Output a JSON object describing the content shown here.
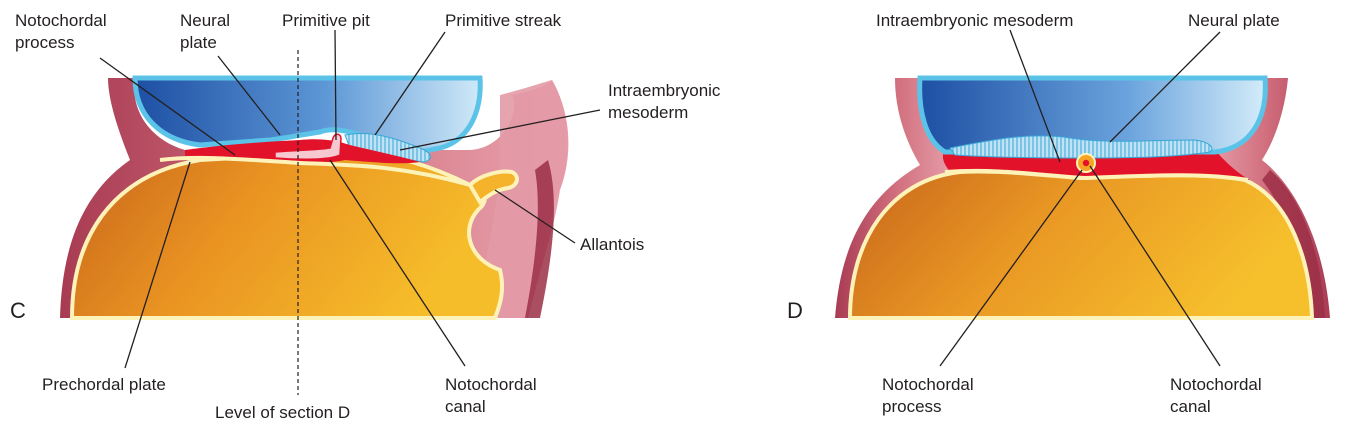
{
  "colors": {
    "ectoderm_dark": "#1d4fa3",
    "ectoderm_light": "#bfe3f5",
    "ectoderm_outline": "#5cc3e8",
    "mesoderm": "#e3122b",
    "yolk_sac": "#f2a623",
    "yolk_sac_dark": "#c8651b",
    "yolk_outline": "#fdf3b8",
    "tissue": "#c8546a",
    "tissue_light": "#e8a4ae"
  },
  "panel_c": {
    "letter": "C",
    "labels": {
      "notochordal_process": [
        "Notochordal",
        "process"
      ],
      "neural_plate": [
        "Neural",
        "plate"
      ],
      "primitive_pit": "Primitive pit",
      "primitive_streak": "Primitive streak",
      "intraembryonic_mesoderm": [
        "Intraembryonic",
        "mesoderm"
      ],
      "allantois": "Allantois",
      "prechordal_plate": "Prechordal plate",
      "level_of_section": "Level of section D",
      "notochordal_canal": [
        "Notochordal",
        "canal"
      ]
    }
  },
  "panel_d": {
    "letter": "D",
    "labels": {
      "intraembryonic_mesoderm": "Intraembryonic mesoderm",
      "neural_plate": "Neural plate",
      "notochordal_process": [
        "Notochordal",
        "process"
      ],
      "notochordal_canal": [
        "Notochordal",
        "canal"
      ]
    }
  }
}
